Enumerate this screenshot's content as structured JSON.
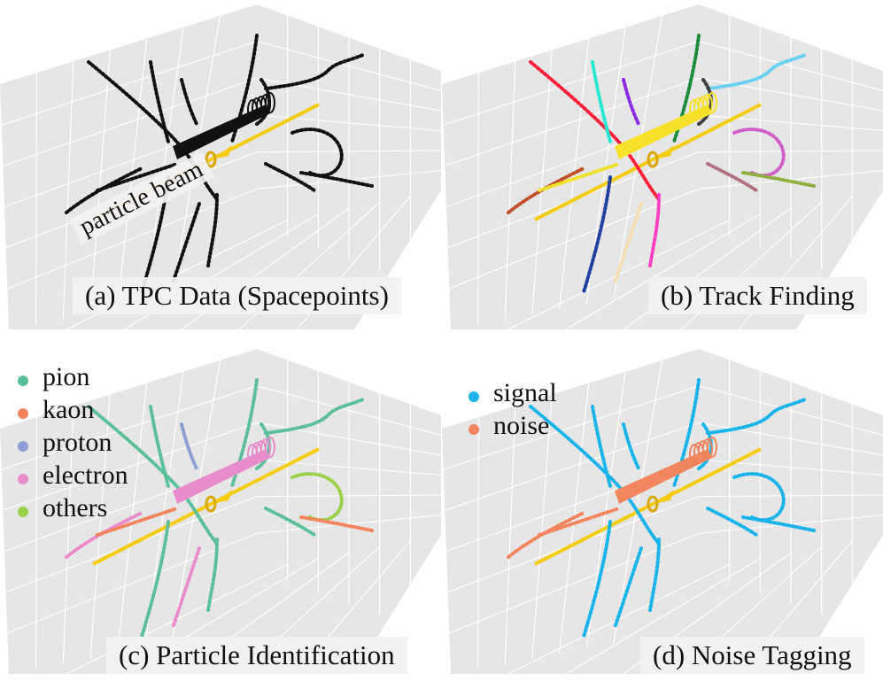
{
  "panels": {
    "a": {
      "caption": "(a) TPC Data (Spacepoints)",
      "beam_label": "particle beam"
    },
    "b": {
      "caption": "(b) Track Finding"
    },
    "c": {
      "caption": "(c) Particle Identification",
      "legend": [
        {
          "label": "pion",
          "color": "#5dbf9a"
        },
        {
          "label": "kaon",
          "color": "#f2855e"
        },
        {
          "label": "proton",
          "color": "#8b9fd0"
        },
        {
          "label": "electron",
          "color": "#e88ccc"
        },
        {
          "label": "others",
          "color": "#9ad04a"
        }
      ]
    },
    "d": {
      "caption": "(d) Noise Tagging",
      "legend": [
        {
          "label": "signal",
          "color": "#1ab4ea"
        },
        {
          "label": "noise",
          "color": "#f2855e"
        }
      ]
    }
  },
  "colors": {
    "beam": "#f4cc10",
    "grid_face": "#e6e6e6",
    "grid_line": "#ffffff",
    "spacepoint": "#111111",
    "track_palette": [
      "#ff1f3a",
      "#2ae8d0",
      "#8a2be2",
      "#1e8c3a",
      "#c0502a",
      "#f0e22a",
      "#6ad0f0",
      "#d060c8",
      "#b07080",
      "#90b040",
      "#2040a0",
      "#f5deb3",
      "#ff40c0",
      "#404040"
    ]
  }
}
